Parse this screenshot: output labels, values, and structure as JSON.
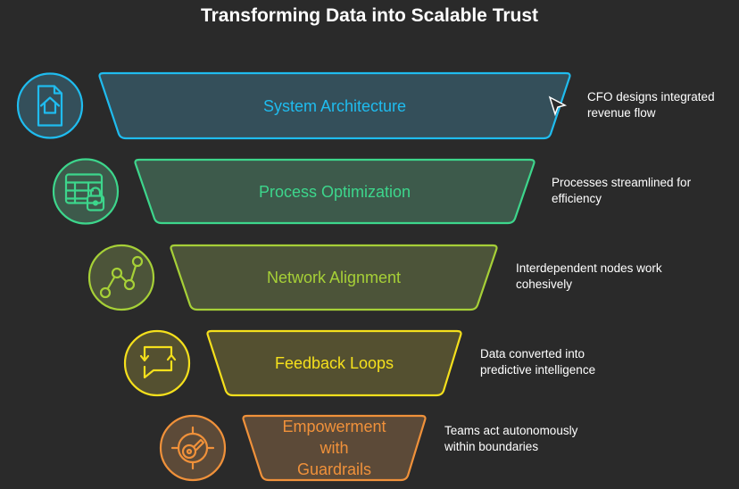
{
  "title": "Transforming Data into Scalable Trust",
  "stages": [
    {
      "label": "System Architecture",
      "description": "CFO designs integrated revenue flow",
      "icon": "document-home-icon",
      "stroke": "#1fbcef",
      "fill": "#344f5a"
    },
    {
      "label": "Process Optimization",
      "description": "Processes streamlined for efficiency",
      "icon": "table-lock-icon",
      "stroke": "#3dd68c",
      "fill": "#3d5a4b"
    },
    {
      "label": "Network Alignment",
      "description": "Interdependent nodes work cohesively",
      "icon": "connected-nodes-icon",
      "stroke": "#a6d037",
      "fill": "#4c5439"
    },
    {
      "label": "Feedback Loops",
      "description": "Data converted into predictive intelligence",
      "icon": "chat-loop-icon",
      "stroke": "#f5e01c",
      "fill": "#545030"
    },
    {
      "label": "Empowerment with Guardrails",
      "description": "Teams act autonomously within boundaries",
      "icon": "target-key-icon",
      "stroke": "#f0913a",
      "fill": "#5c4a38"
    }
  ]
}
